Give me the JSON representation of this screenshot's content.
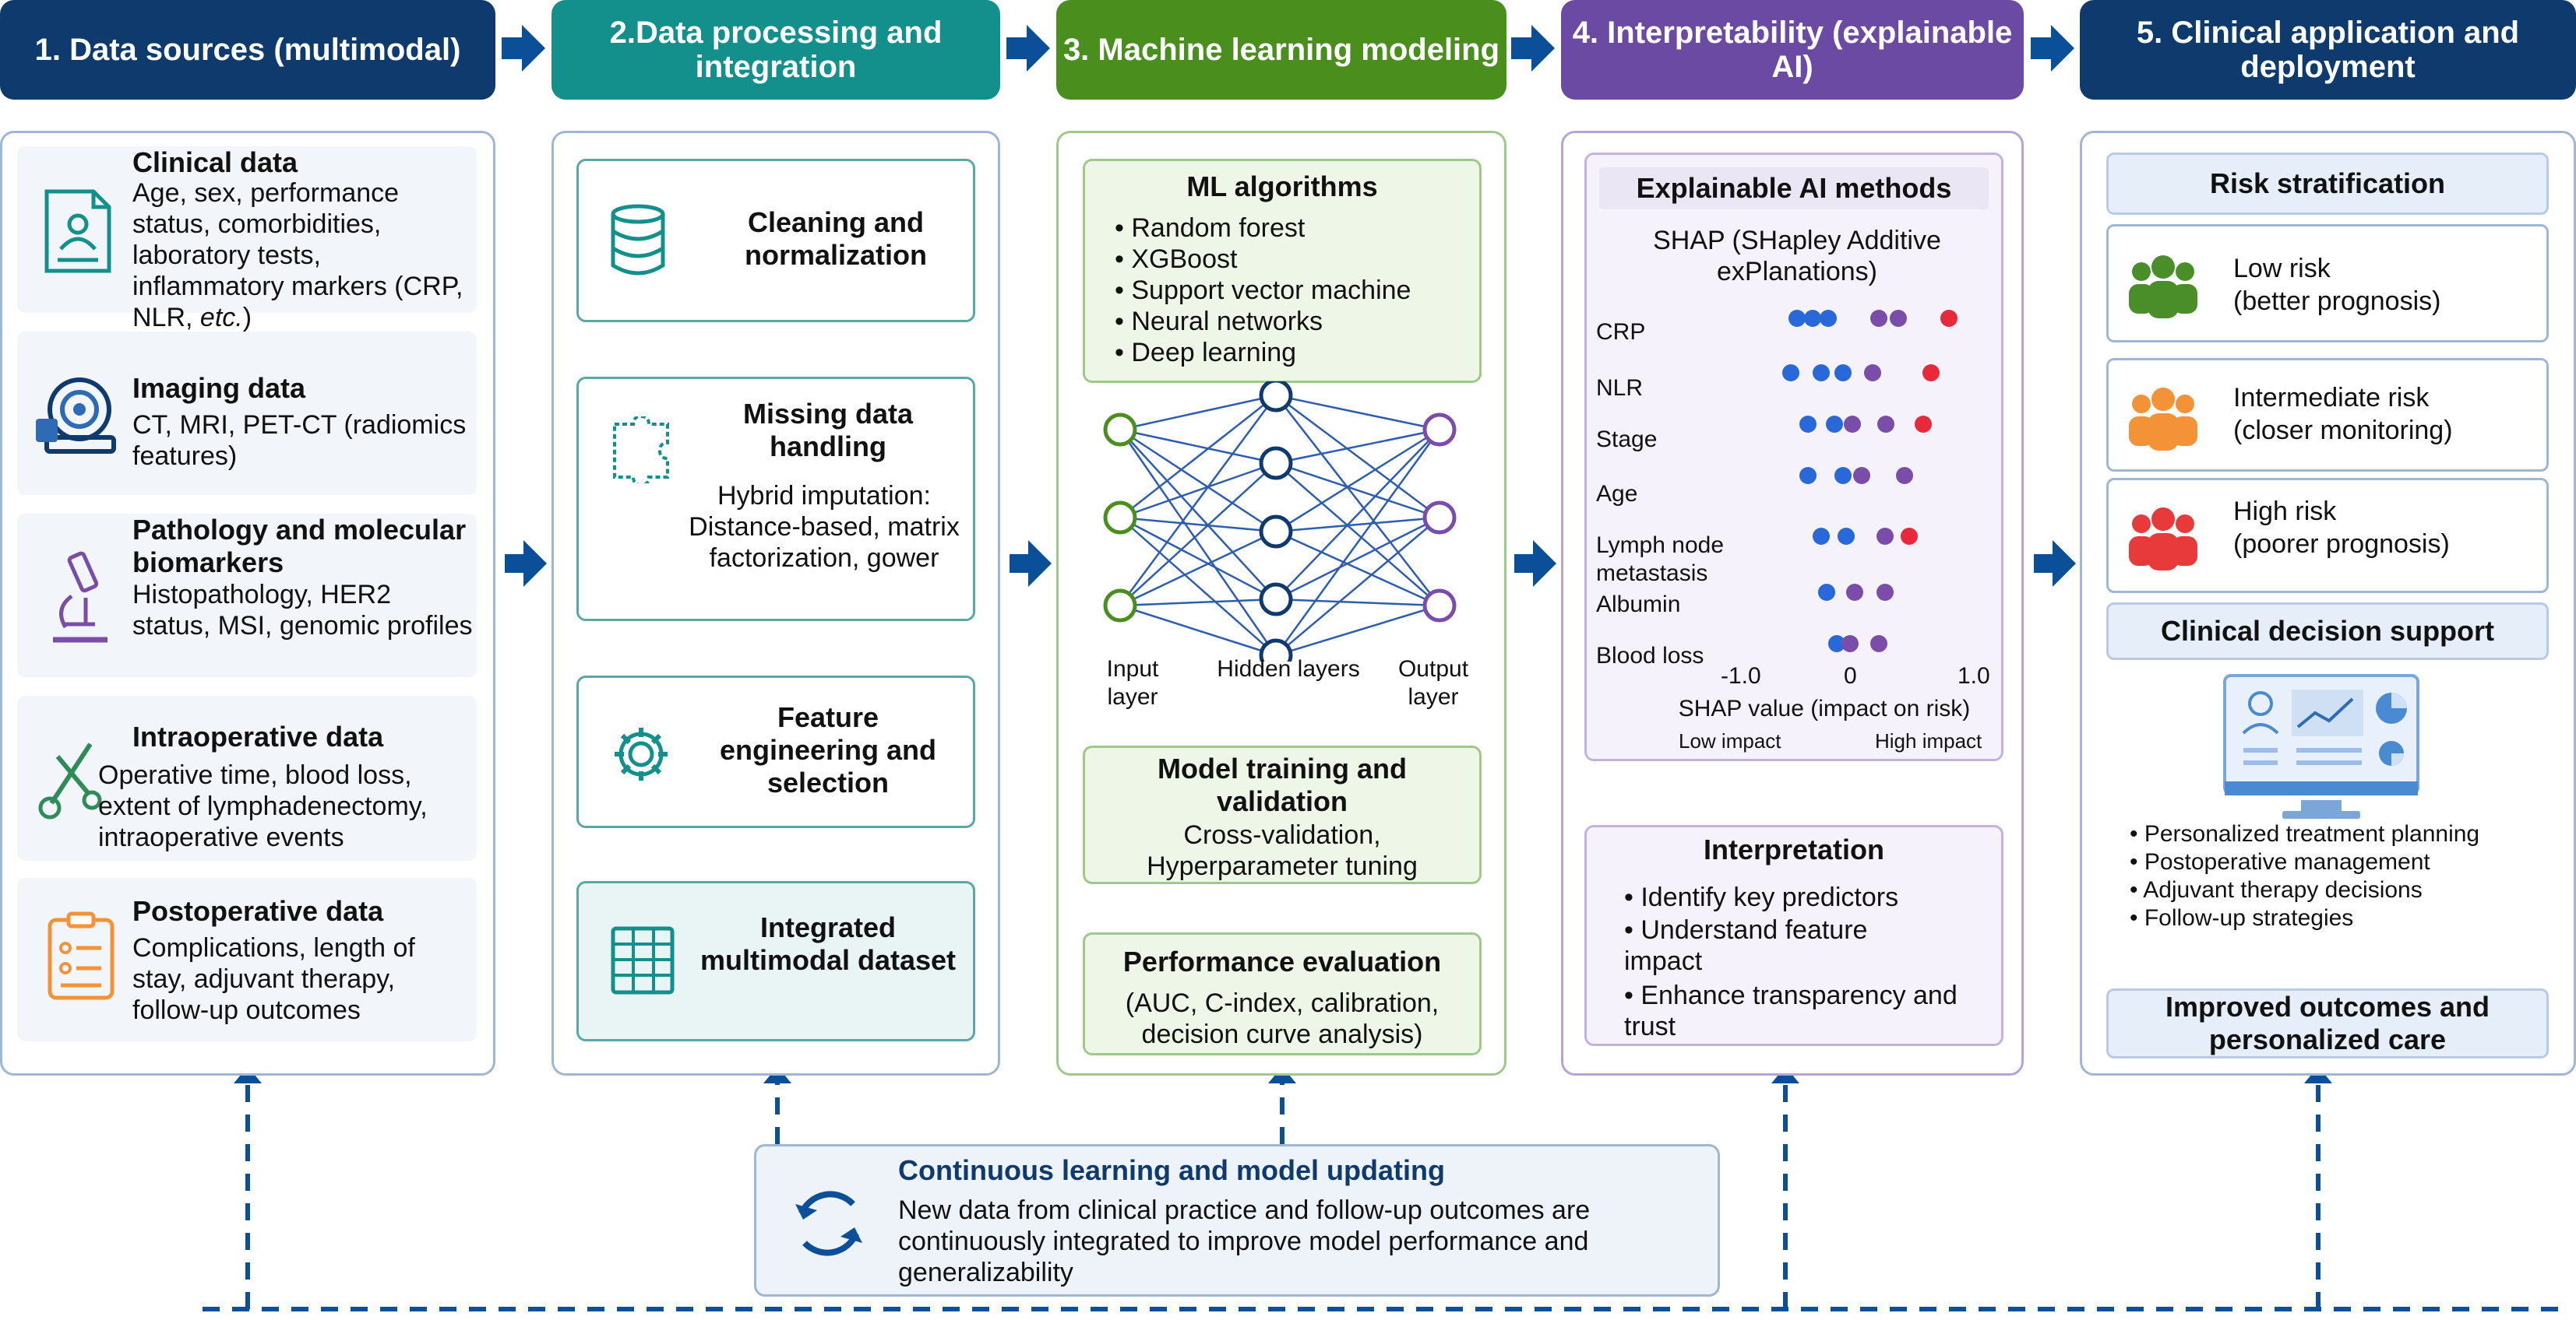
{
  "headers": [
    "1. Data sources (multimodal)",
    "2.Data processing and integration",
    "3. Machine learning modeling",
    "4. Interpretability (explainable AI)",
    "5. Clinical application and deployment"
  ],
  "colors": {
    "navy": "#0e3a6e",
    "teal": "#13908c",
    "green": "#4a8e1e",
    "purple": "#6b4aa4",
    "arrow": "#0c4f99",
    "shap_blue": "#2868d8",
    "shap_purple": "#7a4ea8",
    "shap_red": "#e8293b",
    "risk_green": "#4a8e2a",
    "risk_orange": "#f39236",
    "risk_red": "#e83a3a"
  },
  "sources": [
    {
      "title": "Clinical data",
      "body": "Age, sex, performance status, comorbidities, laboratory tests, inflammatory markers (CRP, NLR,",
      "body_em": "etc.",
      "body_end": ")",
      "icon": "clipboard-user-icon"
    },
    {
      "title": "Imaging data",
      "body": "CT, MRI, PET-CT (radiomics features)",
      "icon": "ct-scanner-icon"
    },
    {
      "title": "Pathology and molecular biomarkers",
      "body": "Histopathology, HER2 status, MSI, genomic profiles",
      "icon": "microscope-icon"
    },
    {
      "title": "Intraoperative data",
      "body": "Operative time, blood loss, extent of lymphadenectomy, intraoperative events",
      "icon": "surgical-tools-icon"
    },
    {
      "title": "Postoperative data",
      "body": "Complications, length of stay, adjuvant therapy, follow-up outcomes",
      "icon": "checklist-icon"
    }
  ],
  "processing": [
    {
      "title": "Cleaning and normalization",
      "icon": "database-icon"
    },
    {
      "title": "Missing data handling",
      "body": "Hybrid imputation: Distance-based, matrix factorization, gower",
      "icon": "puzzle-icon"
    },
    {
      "title": "Feature engineering and selection",
      "icon": "gear-icon"
    },
    {
      "title": "Integrated multimodal dataset",
      "icon": "table-icon"
    }
  ],
  "ml": {
    "algorithms_title": "ML algorithms",
    "algorithms": [
      "Random forest",
      "XGBoost",
      "Support vector machine",
      "Neural networks",
      "Deep learning"
    ],
    "layers": {
      "input": "Input layer",
      "hidden": "Hidden layers",
      "output": "Output layer"
    },
    "training_title": "Model training and validation",
    "training_body": "Cross-validation, Hyperparameter tuning",
    "eval_title": "Performance evaluation",
    "eval_body": "(AUC, C-index, calibration, decision curve analysis)"
  },
  "xai": {
    "title": "Explainable AI methods",
    "shap_title": "SHAP (SHapley Additive exPlanations)",
    "features": [
      "CRP",
      "NLR",
      "Stage",
      "Age",
      "Lymph node metastasis",
      "Albumin",
      "Blood loss"
    ],
    "ticks": [
      "-1.0",
      "0",
      "1.0"
    ],
    "axis_label": "SHAP value (impact on risk)",
    "low": "Low impact",
    "high": "High impact",
    "interp_title": "Interpretation",
    "interp_items": [
      "Identify key predictors",
      "Understand feature impact",
      "Enhance transparency and trust"
    ]
  },
  "shap_chart": {
    "xlim": [
      -1.0,
      1.0
    ],
    "rows": [
      {
        "feature": "CRP",
        "blue": [
          -0.46,
          -0.33,
          -0.2
        ],
        "purple": [
          0.22,
          0.38
        ],
        "red": [
          0.8
        ]
      },
      {
        "feature": "NLR",
        "blue": [
          -0.51,
          -0.26,
          -0.08
        ],
        "purple": [
          0.17
        ],
        "red": [
          0.65
        ]
      },
      {
        "feature": "Stage",
        "blue": [
          -0.37,
          -0.15
        ],
        "purple": [
          0.0,
          0.28
        ],
        "red": [
          0.59
        ]
      },
      {
        "feature": "Age",
        "blue": [
          -0.37,
          -0.08
        ],
        "purple": [
          0.08
        ],
        "red": [],
        "purple2": [
          0.43
        ]
      },
      {
        "feature": "Lymph node metastasis",
        "blue": [
          -0.26,
          -0.05
        ],
        "purple": [
          0.27
        ],
        "red": [
          0.47
        ]
      },
      {
        "feature": "Albumin",
        "blue": [
          -0.21
        ],
        "purple": [
          0.02,
          0.27
        ],
        "red": []
      },
      {
        "feature": "Blood loss",
        "blue": [
          -0.13
        ],
        "purple": [
          -0.02,
          0.22
        ],
        "red": []
      }
    ]
  },
  "clinical": {
    "risk_title": "Risk stratification",
    "risks": [
      {
        "label": "Low risk",
        "sub": "(better prognosis)",
        "color": "#4a8e2a"
      },
      {
        "label": "Intermediate risk",
        "sub": "(closer monitoring)",
        "color": "#f39236"
      },
      {
        "label": "High risk",
        "sub": "(poorer prognosis)",
        "color": "#e83a3a"
      }
    ],
    "cds_title": "Clinical decision support",
    "cds_items": [
      "Personalized treatment planning",
      "Postoperative management",
      "Adjuvant therapy decisions",
      "Follow-up strategies"
    ],
    "outcome": "Improved outcomes and personalized care"
  },
  "loop": {
    "title": "Continuous learning and model updating",
    "body": "New data from clinical practice and follow-up outcomes are continuously integrated to improve model performance and generalizability",
    "icon": "refresh-cycle-icon"
  }
}
